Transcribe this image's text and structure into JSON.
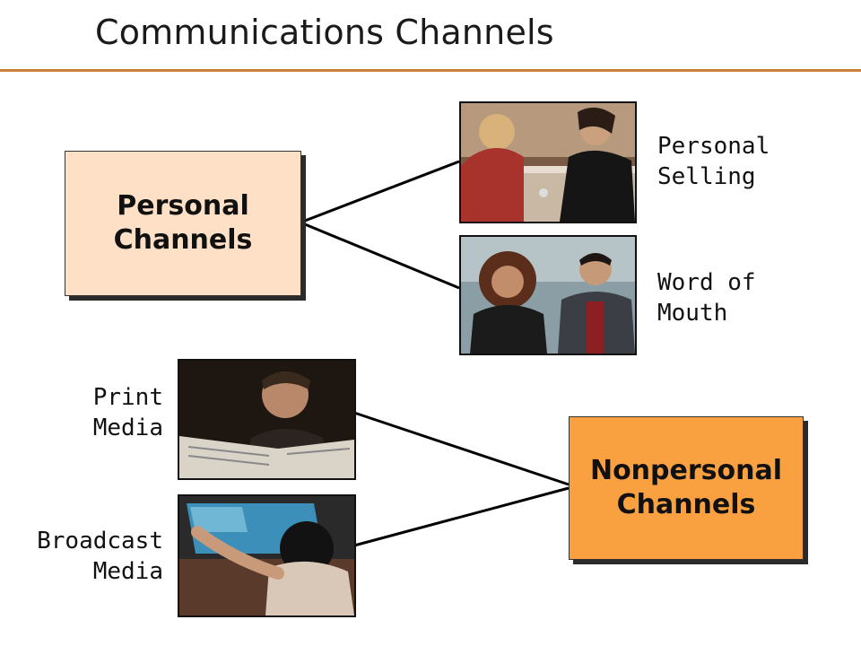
{
  "title": "Communications Channels",
  "accent_color": "#c9803a",
  "personal": {
    "label": "Personal Channels",
    "color": "#fde0c6",
    "items": [
      {
        "label_line1": "Personal",
        "label_line2": "Selling",
        "icon": "personal-selling-photo"
      },
      {
        "label_line1": "Word of",
        "label_line2": "Mouth",
        "icon": "word-of-mouth-photo"
      }
    ]
  },
  "nonpersonal": {
    "label": "Nonpersonal Channels",
    "color": "#f9a040",
    "items": [
      {
        "label_line1": "Print",
        "label_line2": "Media",
        "icon": "print-media-photo"
      },
      {
        "label_line1": "Broadcast",
        "label_line2": "Media",
        "icon": "broadcast-media-photo"
      }
    ]
  }
}
